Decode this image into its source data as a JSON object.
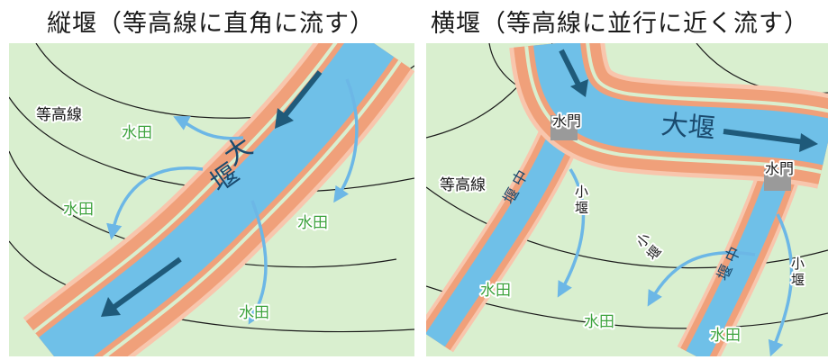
{
  "left": {
    "title": "縦堰（等高線に直角に流す）",
    "weir_label": [
      "大",
      "堰"
    ],
    "contour_label": "等高線",
    "paddy_labels": [
      "水田",
      "水田",
      "水田",
      "水田"
    ]
  },
  "right": {
    "title": "横堰（等高線に並行に近く流す）",
    "weir_label": "大堰",
    "contour_label": "等高線",
    "gate_labels": [
      "水門",
      "水門"
    ],
    "mid_weir_label": [
      "中",
      "堰"
    ],
    "small_weir_label": [
      "小",
      "堰"
    ],
    "paddy_labels": [
      "水田",
      "水田",
      "水田"
    ]
  },
  "colors": {
    "land": "#d9efcf",
    "levee": "#f0a07a",
    "levee_edge": "#f8c6ad",
    "water": "#6fc0e8",
    "flow_arrow": "#1f5a7a",
    "branch_arrow": "#6cb7e6",
    "gate": "#9a9a9a",
    "paddy_text": "#3da33d",
    "contour": "#1a1a1a"
  }
}
